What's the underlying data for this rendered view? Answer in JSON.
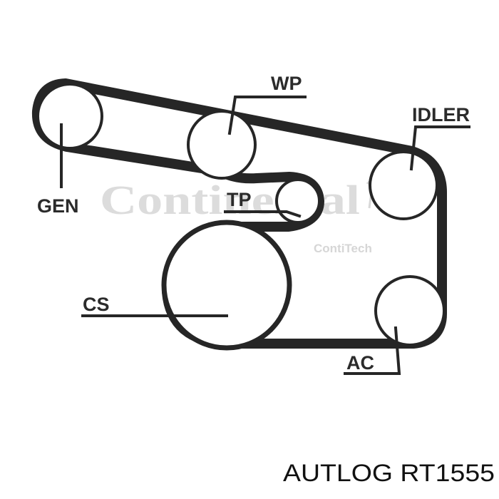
{
  "watermark": {
    "brand": "Continental",
    "sub_brand": "ContiTech"
  },
  "pulleys": {
    "gen": "GEN",
    "wp": "WP",
    "idler": "IDLER",
    "tp": "TP",
    "cs": "CS",
    "ac": "AC"
  },
  "caption": "AUTLOG RT1555",
  "colors": {
    "belt": "#262626",
    "label": "#2b2b2b",
    "watermark": "#dcdcdc",
    "background": "#ffffff"
  }
}
